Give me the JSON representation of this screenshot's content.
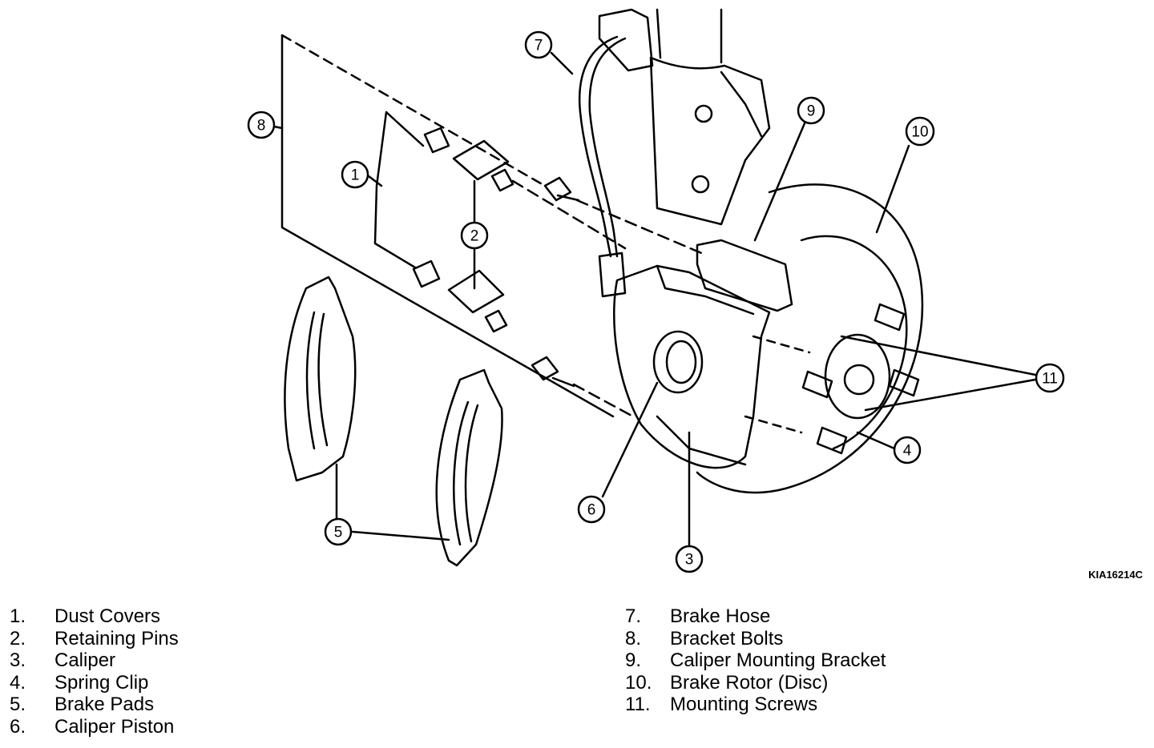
{
  "figure_code": "KIA16214C",
  "callouts": {
    "c1": "1",
    "c2": "2",
    "c3": "3",
    "c4": "4",
    "c5": "5",
    "c6": "6",
    "c7": "7",
    "c8": "8",
    "c9": "9",
    "c10": "10",
    "c11": "11"
  },
  "legend_left": [
    {
      "num": "1.",
      "label": "Dust Covers"
    },
    {
      "num": "2.",
      "label": "Retaining Pins"
    },
    {
      "num": "3.",
      "label": "Caliper"
    },
    {
      "num": "4.",
      "label": "Spring Clip"
    },
    {
      "num": "5.",
      "label": "Brake Pads"
    },
    {
      "num": "6.",
      "label": "Caliper Piston"
    }
  ],
  "legend_right": [
    {
      "num": "7.",
      "label": "Brake Hose"
    },
    {
      "num": "8.",
      "label": "Bracket Bolts"
    },
    {
      "num": "9.",
      "label": "Caliper Mounting Bracket"
    },
    {
      "num": "10.",
      "label": "Brake Rotor (Disc)"
    },
    {
      "num": "11.",
      "label": "Mounting Screws"
    }
  ]
}
